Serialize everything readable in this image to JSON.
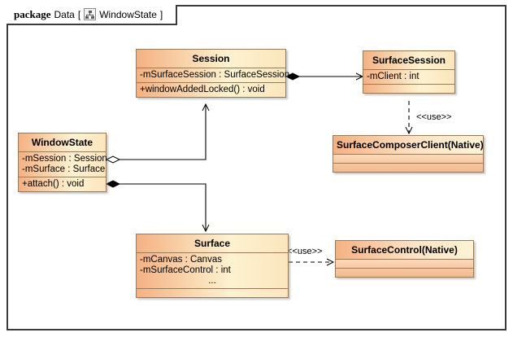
{
  "frame": {
    "keyword": "package",
    "name": "Data",
    "bracket_open": "[",
    "bracket_close": "]",
    "diagram_name": "WindowState",
    "icon": "package-diagram-icon",
    "border_color": "#3b3b3b"
  },
  "palette": {
    "class_border": "#9c7a55",
    "class_fill_start": "#f4b183",
    "class_fill_end": "#fdf2d0",
    "native_fill": "#f7bf95",
    "line_color": "#000000",
    "background": "#ffffff"
  },
  "classes": [
    {
      "id": "session",
      "name": "Session",
      "attributes": [
        "-mSurfaceSession : SurfaceSession"
      ],
      "operations": [
        "+windowAddedLocked() : void"
      ],
      "extra": []
    },
    {
      "id": "surface-session",
      "name": "SurfaceSession",
      "attributes": [
        "-mClient : int"
      ],
      "operations": [],
      "extra": []
    },
    {
      "id": "window-state",
      "name": "WindowState",
      "attributes": [
        "-mSession : Session",
        "-mSurface : Surface"
      ],
      "operations": [
        "+attach() : void"
      ],
      "extra": []
    },
    {
      "id": "surface-composer-client",
      "name": "SurfaceComposerClient(Native)",
      "attributes": [],
      "operations": [],
      "extra": []
    },
    {
      "id": "surface",
      "name": "Surface",
      "attributes": [
        "-mCanvas : Canvas",
        "-mSurfaceControl : int"
      ],
      "ellipsis": "...",
      "operations": [],
      "extra": []
    },
    {
      "id": "surface-control",
      "name": "SurfaceControl(Native)",
      "attributes": [],
      "operations": [],
      "extra": []
    }
  ],
  "relationships": [
    {
      "id": "session-to-surfacesession",
      "kind": "composition",
      "from": "Session",
      "to": "SurfaceSession",
      "label": ""
    },
    {
      "id": "surfacesession-to-composerclient",
      "kind": "dependency",
      "from": "SurfaceSession",
      "to": "SurfaceComposerClient(Native)",
      "label": "<<use>>"
    },
    {
      "id": "windowstate-to-session",
      "kind": "aggregation",
      "from": "WindowState",
      "to": "Session",
      "label": ""
    },
    {
      "id": "windowstate-to-surface",
      "kind": "composition",
      "from": "WindowState",
      "to": "Surface",
      "label": ""
    },
    {
      "id": "surface-to-surfacecontrol",
      "kind": "dependency",
      "from": "Surface",
      "to": "SurfaceControl(Native)",
      "label": "<<use>>"
    }
  ],
  "stereotype_labels": {
    "use_composer": "<<use>>",
    "use_control": "<<use>>"
  }
}
